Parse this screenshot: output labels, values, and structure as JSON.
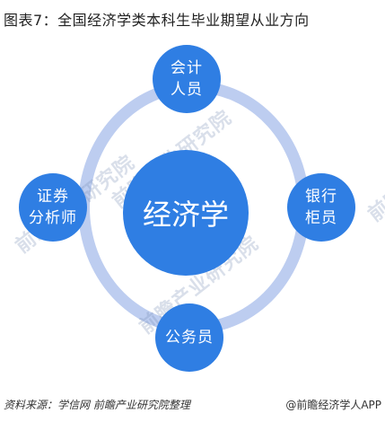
{
  "title": "图表7：全国经济学类本科生毕业期望从业方向",
  "center": {
    "label": "经济学"
  },
  "nodes": {
    "top": {
      "line1": "会计",
      "line2": "人员"
    },
    "left": {
      "line1": "证券",
      "line2": "分析师"
    },
    "right": {
      "line1": "银行",
      "line2": "柜员"
    },
    "bottom": {
      "line1": "公务员"
    }
  },
  "watermark": "前瞻产业研究院",
  "footer": {
    "source": "资料来源：学信网 前瞻产业研究院整理",
    "brand": "@前瞻经济学人APP"
  },
  "colors": {
    "node_fill": "#2f7ee3",
    "ring": "#bdcdf0"
  }
}
